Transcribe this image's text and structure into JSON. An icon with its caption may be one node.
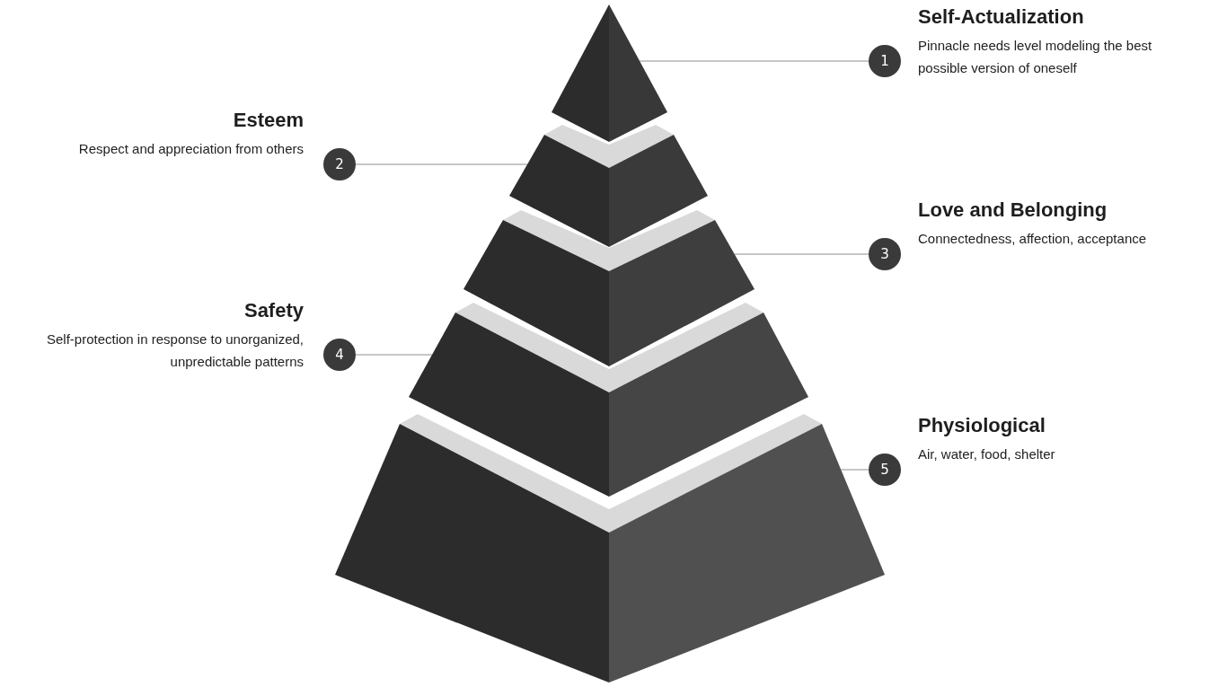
{
  "diagram": {
    "nodes": [
      {
        "text": [],
        "shape": "triangle"
      },
      {
        "text": [],
        "shape": "trapezoid"
      },
      {
        "text": [],
        "shape": "trapezoid"
      },
      {
        "text": [],
        "shape": "trapezoid"
      },
      {
        "text": [],
        "shape": "trapezoid"
      },
      {
        "text": [
          "1"
        ],
        "beside": [
          "Self-Actualization",
          "Pinnacle needs level modeling the best possible version of oneself"
        ]
      },
      {
        "text": [
          "2"
        ],
        "beside": [
          "Esteem",
          "Respect and appreciation from others"
        ]
      },
      {
        "text": [
          "3"
        ],
        "beside": [
          "Love and Belonging",
          "Connectedness, affection, acceptance"
        ]
      },
      {
        "text": [
          "4"
        ],
        "beside": [
          "Safety",
          "Self-protection in response to unorganized, unpredictable patterns"
        ]
      },
      {
        "text": [
          "5"
        ],
        "beside": [
          "Physiological",
          "Air, water, food, shelter"
        ]
      }
    ],
    "edges": [
      {
        "from": 5,
        "to": 0,
        "arrow": "none"
      },
      {
        "from": 6,
        "to": 1,
        "arrow": "none"
      },
      {
        "from": 7,
        "to": 2,
        "arrow": "none"
      },
      {
        "from": 8,
        "to": 3,
        "arrow": "none"
      },
      {
        "from": 9,
        "to": 4,
        "arrow": "none"
      }
    ]
  }
}
